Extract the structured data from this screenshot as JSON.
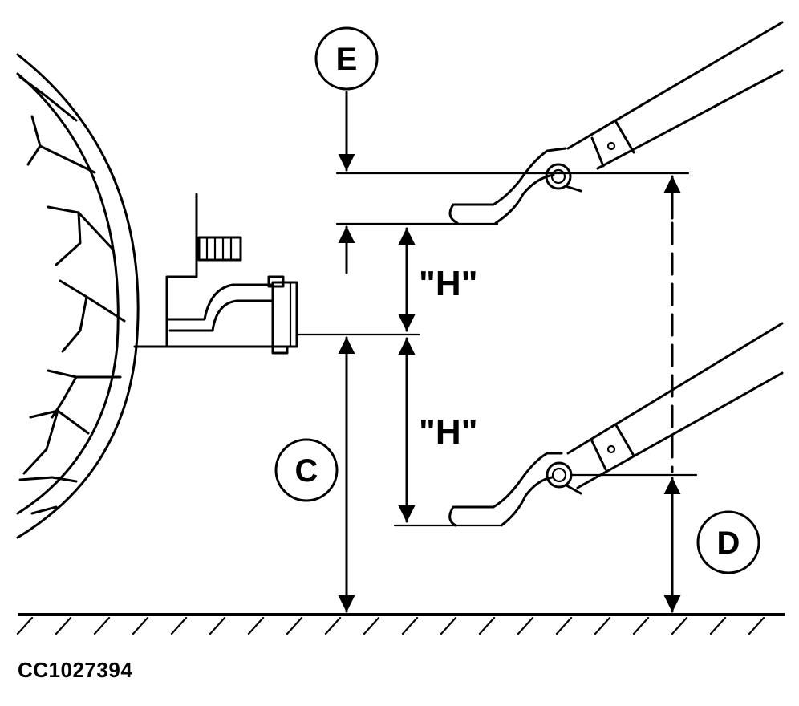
{
  "callouts": {
    "e": "E",
    "c": "C",
    "d": "D"
  },
  "dimensions": {
    "h_upper": "\"H\"",
    "h_lower": "\"H\""
  },
  "figure_code": "CC1027394"
}
